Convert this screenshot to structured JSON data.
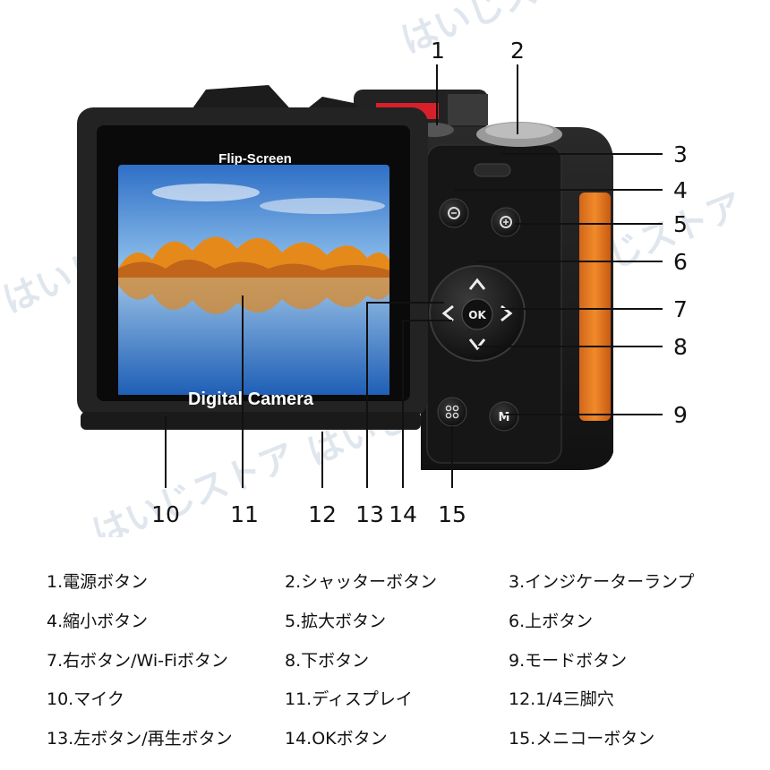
{
  "screen_text": {
    "top": "Flip-Screen",
    "bottom": "Digital Camera"
  },
  "ok_label": "OK",
  "m_label": "M",
  "watermark": "はいじストア",
  "callouts": [
    "1",
    "2",
    "3",
    "4",
    "5",
    "6",
    "7",
    "8",
    "9",
    "10",
    "11",
    "12",
    "13",
    "14",
    "15"
  ],
  "legend": [
    "1.電源ボタン",
    "2.シャッターボタン",
    "3.インジケーターランプ",
    "4.縮小ボタン",
    "5.拡大ボタン",
    "6.上ボタン",
    "7.右ボタン/Wi-Fiボタン",
    "8.下ボタン",
    "9.モードボタン",
    "10.マイク",
    "11.ディスプレイ",
    "12.1/4三脚穴",
    "13.左ボタン/再生ボタン",
    "14.OKボタン",
    "15.メニコーボタン"
  ],
  "colors": {
    "body": "#1a1a1a",
    "grip": "#e87a1e",
    "lens_ring": "#d8202a"
  }
}
